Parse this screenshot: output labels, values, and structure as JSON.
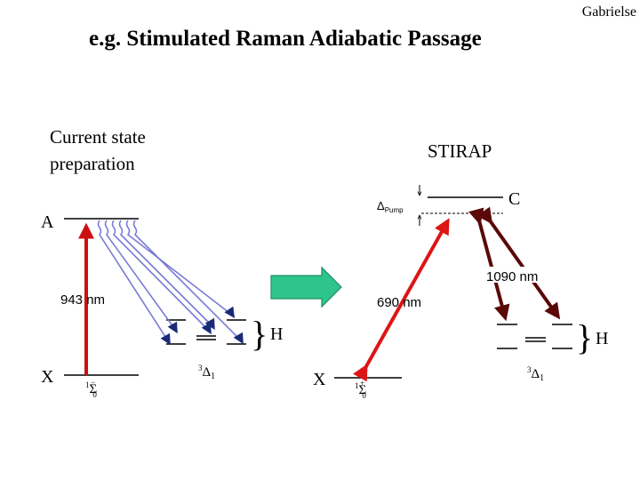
{
  "slide": {
    "author": "Gabrielse",
    "title": "e.g.  Stimulated Raman Adiabatic Passage"
  },
  "left_panel": {
    "heading_line1": "Current state",
    "heading_line2": "preparation",
    "state_upper": "A",
    "state_lower": "X",
    "wavelength": "943 nm",
    "ground_term": {
      "mult": "1",
      "main": "Σ",
      "sub": "0",
      "sup": "−"
    },
    "h_term": {
      "mult": "3",
      "main": "Δ",
      "sub": "1"
    },
    "h_label": "H",
    "colors": {
      "pump_arrow": "#cc1010",
      "decay_wave": "#7a7ad6",
      "decay_head": "#1a2a7a"
    }
  },
  "transition_arrow": {
    "color": "#2fc48a"
  },
  "right_panel": {
    "heading": "STIRAP",
    "state_upper": "C",
    "state_lower": "X",
    "detuning_symbol": "Δ",
    "detuning_sub": "Pump",
    "pump_wavelength": "690 nm",
    "stokes_wavelength": "1090 nm",
    "ground_term": {
      "mult": "1",
      "main": "Σ",
      "sub": "0",
      "sup": "+"
    },
    "h_term": {
      "mult": "3",
      "main": "Δ",
      "sub": "1"
    },
    "h_label": "H",
    "colors": {
      "pump_arrow": "#dd1515",
      "stokes_arrow": "#5a0808"
    }
  }
}
